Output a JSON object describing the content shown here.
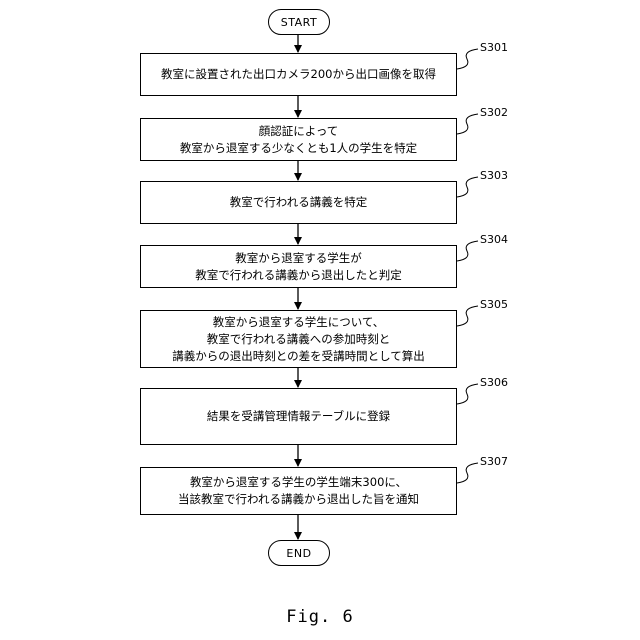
{
  "start_label": "START",
  "end_label": "END",
  "steps": [
    {
      "id": "S301",
      "lines": [
        "教室に設置された出口カメラ200から出口画像を取得"
      ]
    },
    {
      "id": "S302",
      "lines": [
        "顔認証によって",
        "教室から退室する少なくとも1人の学生を特定"
      ]
    },
    {
      "id": "S303",
      "lines": [
        "教室で行われる講義を特定"
      ]
    },
    {
      "id": "S304",
      "lines": [
        "教室から退室する学生が",
        "教室で行われる講義から退出したと判定"
      ]
    },
    {
      "id": "S305",
      "lines": [
        "教室から退室する学生について、",
        "教室で行われる講義への参加時刻と",
        "講義からの退出時刻との差を受講時間として算出"
      ]
    },
    {
      "id": "S306",
      "lines": [
        "結果を受講管理情報テーブルに登録"
      ]
    },
    {
      "id": "S307",
      "lines": [
        "教室から退室する学生の学生端末300に、",
        "当該教室で行われる講義から退出した旨を通知"
      ]
    }
  ],
  "caption": "Fig. 6"
}
